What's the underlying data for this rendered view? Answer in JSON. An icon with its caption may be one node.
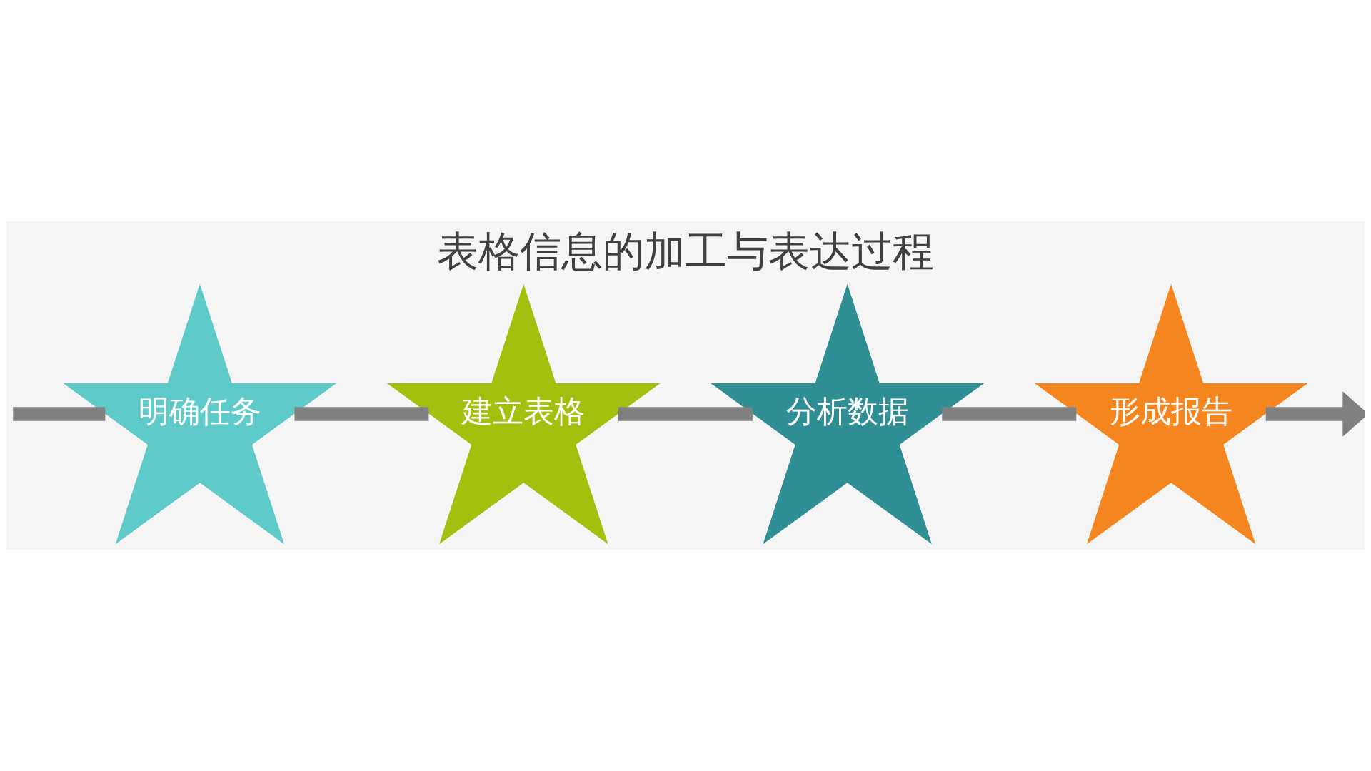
{
  "diagram": {
    "title": "表格信息的加工与表达过程",
    "nodes": [
      {
        "text": [
          "明确任务"
        ]
      },
      {
        "text": [
          "建立表格"
        ]
      },
      {
        "text": [
          "分析数据"
        ]
      },
      {
        "text": [
          "形成报告"
        ]
      }
    ],
    "edges": [
      {
        "from": null,
        "to": 0,
        "arrow": "none"
      },
      {
        "from": 0,
        "to": 1,
        "arrow": "none"
      },
      {
        "from": 1,
        "to": 2,
        "arrow": "none"
      },
      {
        "from": 2,
        "to": 3,
        "arrow": "none"
      },
      {
        "from": 3,
        "to": null,
        "arrow": "to"
      }
    ]
  }
}
